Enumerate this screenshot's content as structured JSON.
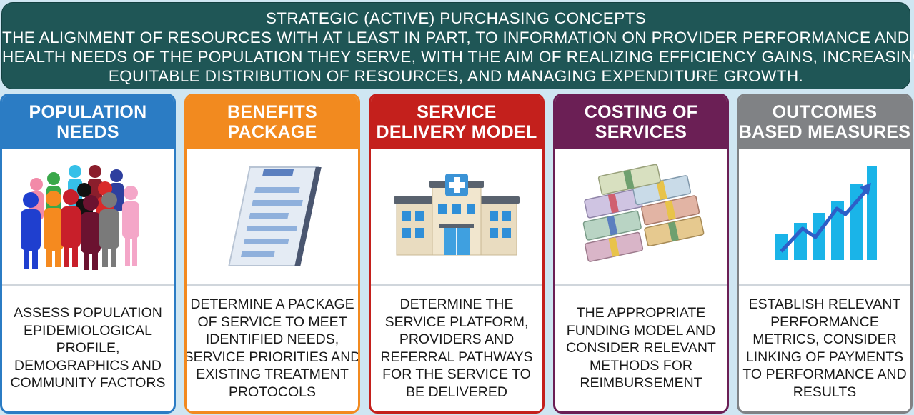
{
  "banner": {
    "lines": [
      "STRATEGIC (ACTIVE) PURCHASING CONCEPTS",
      "THE ALIGNMENT OF RESOURCES WITH AT LEAST IN PART, TO INFORMATION ON PROVIDER PERFORMANCE AND THE",
      "HEALTH NEEDS OF THE POPULATION THEY SERVE, WITH THE AIM OF REALIZING EFFICIENCY GAINS, INCREASING",
      "EQUITABLE DISTRIBUTION OF RESOURCES, AND MANAGING EXPENDITURE GROWTH."
    ]
  },
  "cards": [
    {
      "title": [
        "POPULATION",
        "NEEDS"
      ],
      "icon": "people-group-icon",
      "color": "#2b7cc4",
      "text": [
        "ASSESS POPULATION",
        "EPIDEMIOLOGICAL",
        "PROFILE,",
        "DEMOGRAPHICS AND",
        "COMMUNITY FACTORS"
      ]
    },
    {
      "title": [
        "BENEFITS",
        "PACKAGE"
      ],
      "icon": "document-icon",
      "color": "#f28a1f",
      "text": [
        "DETERMINE A PACKAGE",
        "OF SERVICE TO MEET",
        "IDENTIFIED NEEDS,",
        "SERVICE PRIORITIES AND",
        "EXISTING TREATMENT",
        "PROTOCOLS"
      ]
    },
    {
      "title": [
        "SERVICE",
        "DELIVERY MODEL"
      ],
      "icon": "hospital-icon",
      "color": "#c4201c",
      "text": [
        "DETERMINE THE",
        "SERVICE PLATFORM,",
        "PROVIDERS AND",
        "REFERRAL PATHWAYS",
        "FOR THE SERVICE TO",
        "BE DELIVERED"
      ]
    },
    {
      "title": [
        "COSTING OF",
        "SERVICES"
      ],
      "icon": "money-stack-icon",
      "color": "#6b1f55",
      "text": [
        "THE APPROPRIATE",
        "FUNDING MODEL AND",
        "CONSIDER RELEVANT",
        "METHODS FOR",
        "REIMBURSEMENT"
      ]
    },
    {
      "title": [
        "OUTCOMES",
        "BASED MEASURES"
      ],
      "icon": "growth-chart-icon",
      "color": "#808285",
      "text": [
        "ESTABLISH RELEVANT",
        "PERFORMANCE",
        "METRICS, CONSIDER",
        "LINKING OF PAYMENTS",
        "TO PERFORMANCE AND",
        "RESULTS"
      ]
    }
  ]
}
